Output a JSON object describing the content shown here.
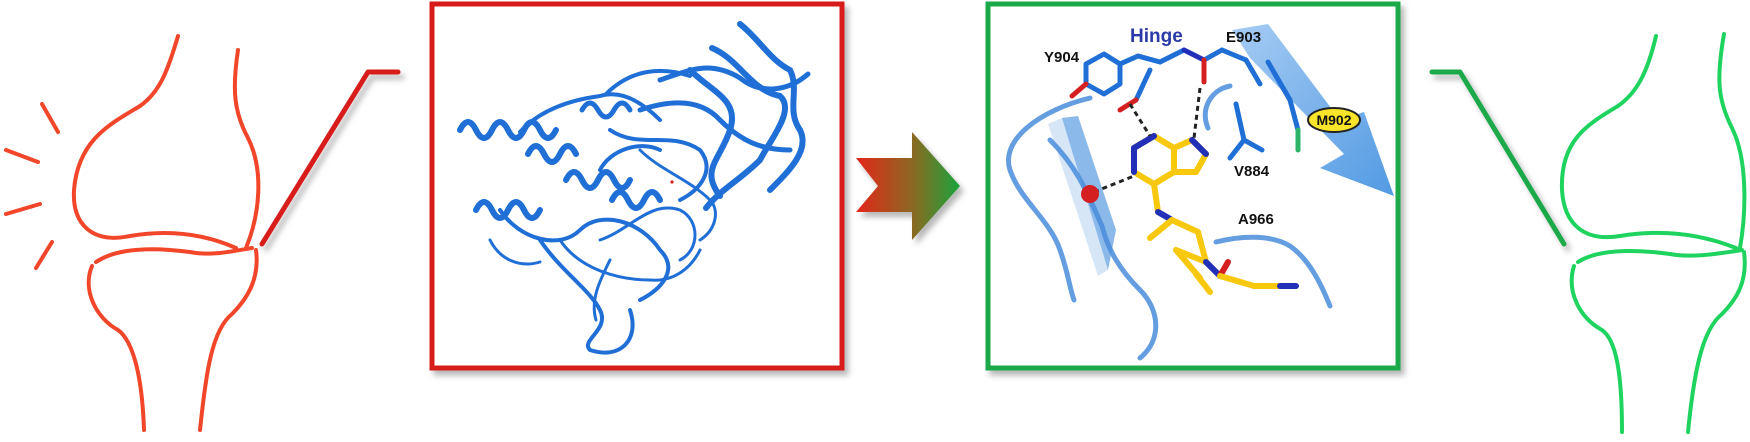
{
  "colors": {
    "diseased": "#f2462a",
    "healthy": "#1fd35f",
    "red_frame": "#d81b1b",
    "green_frame": "#1ea94a",
    "protein_blue": "#1f6fd6",
    "ligand_yellow": "#f8c80d",
    "nitrogen": "#2230b8",
    "oxygen": "#d42020",
    "arrow_start": "#e3261b",
    "arrow_end": "#1aa33c",
    "hinge_label": "#2b3aa8"
  },
  "icons": {
    "diseased_knee": "inflamed-knee-joint-icon",
    "healthy_knee": "healthy-knee-joint-icon",
    "transition_arrow": "gradient-chevron-arrow-icon",
    "protein": "kinase-ribbon-structure",
    "binding": "ligand-binding-pocket"
  },
  "binding_panel": {
    "hinge_label": "Hinge",
    "residues": {
      "y904": "Y904",
      "e903": "E903",
      "m902": "M902",
      "v884": "V884",
      "a966": "A966"
    }
  }
}
